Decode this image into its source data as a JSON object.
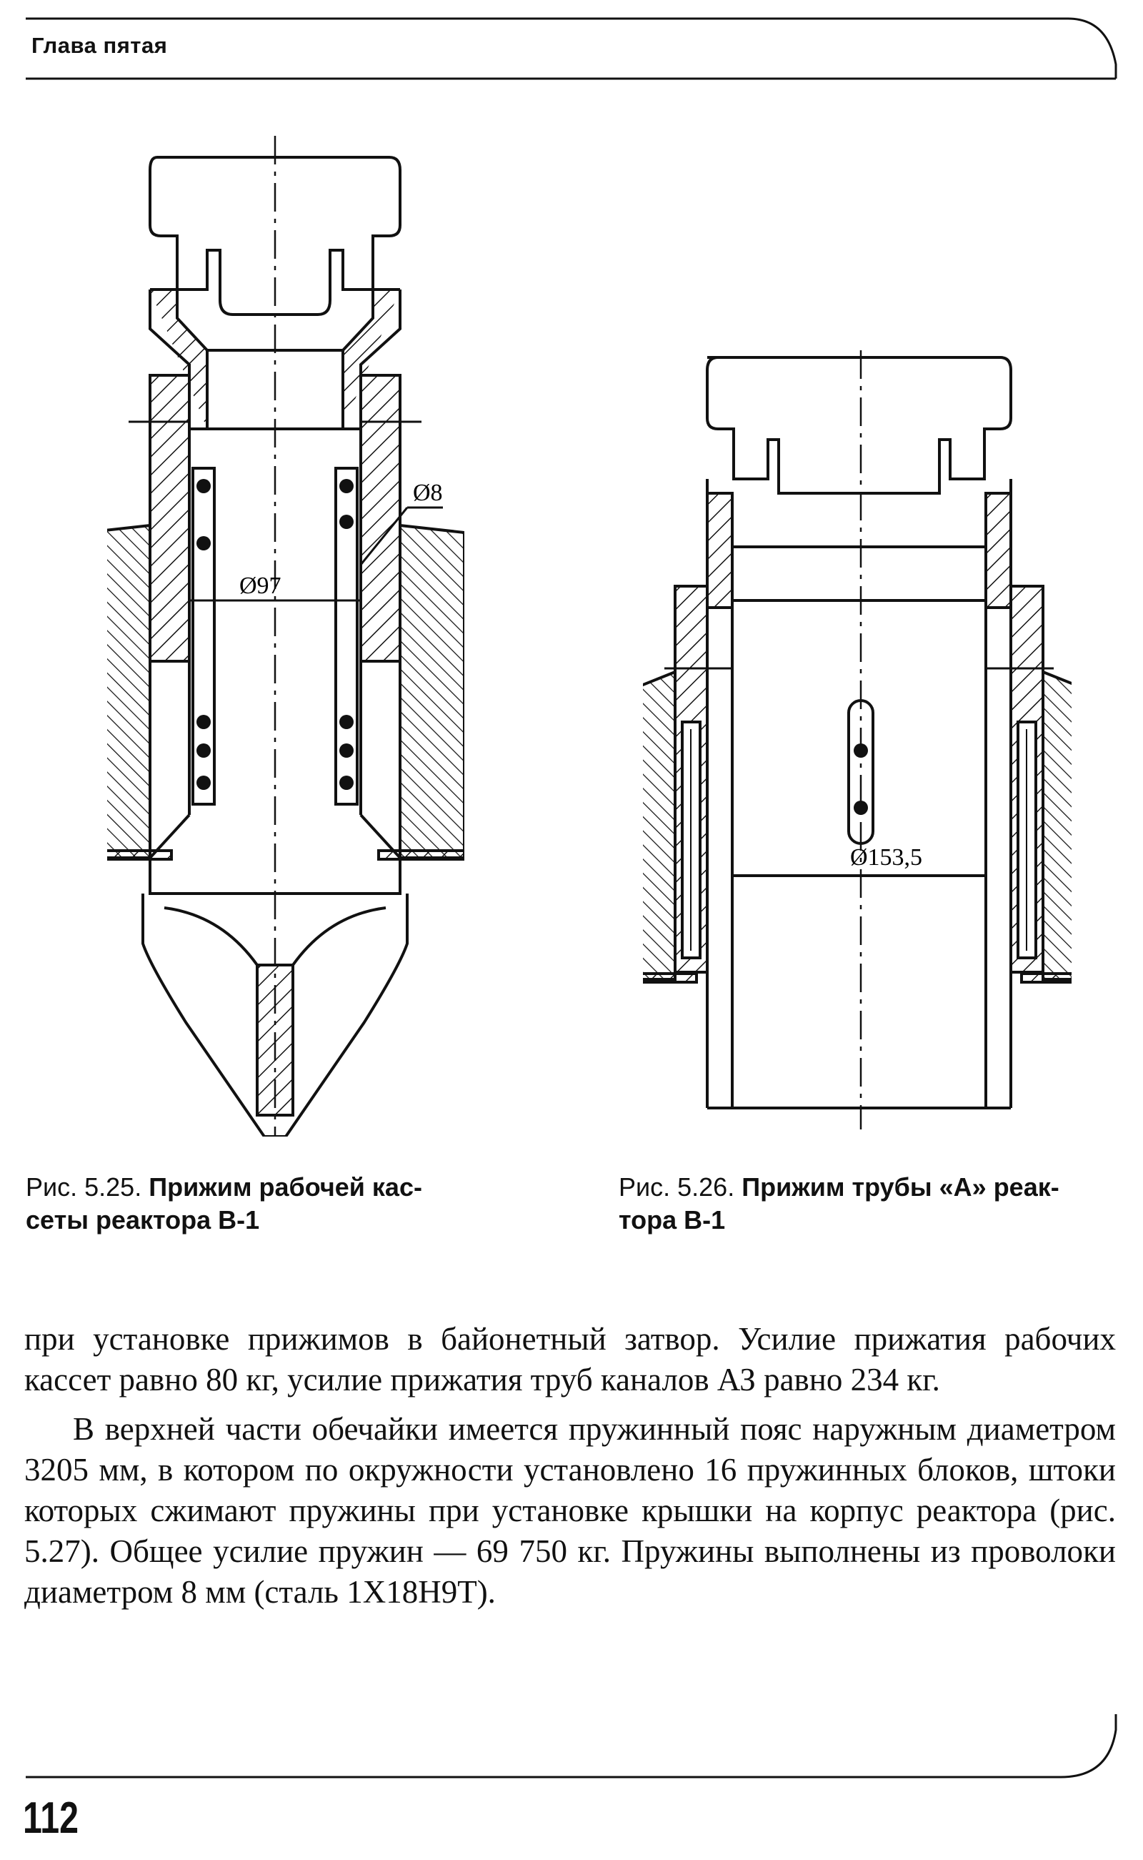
{
  "header": {
    "chapter": "Глава пятая"
  },
  "figures": [
    {
      "dim_inner": "Ø97",
      "dim_spring": "Ø8",
      "caption_number": "Рис. 5.25.",
      "caption_title_line1": "Прижим рабочей кас-",
      "caption_title_line2": "сеты реактора В-1"
    },
    {
      "dim_inner": "Ø153,5",
      "caption_number": "Рис. 5.26.",
      "caption_title_line1": "Прижим трубы «А» реак-",
      "caption_title_line2": "тора В-1"
    }
  ],
  "body": {
    "paragraph1": "при установке прижимов в байонетный затвор. Усилие прижатия рабочих кассет равно 80 кг, усилие прижатия труб каналов АЗ равно 234 кг.",
    "paragraph2": "В верхней части обечайки имеется пружинный пояс наружным диаметром 3205 мм, в котором по окружности установлено 16 пружинных блоков, штоки которых сжимают пружины при установке крышки на корпус реактора (рис. 5.27). Общее усилие пружин — 69 750 кг. Пружины выполнены из проволоки диаметром 8 мм (сталь 1Х18Н9Т)."
  },
  "footer": {
    "page_number": "112"
  }
}
